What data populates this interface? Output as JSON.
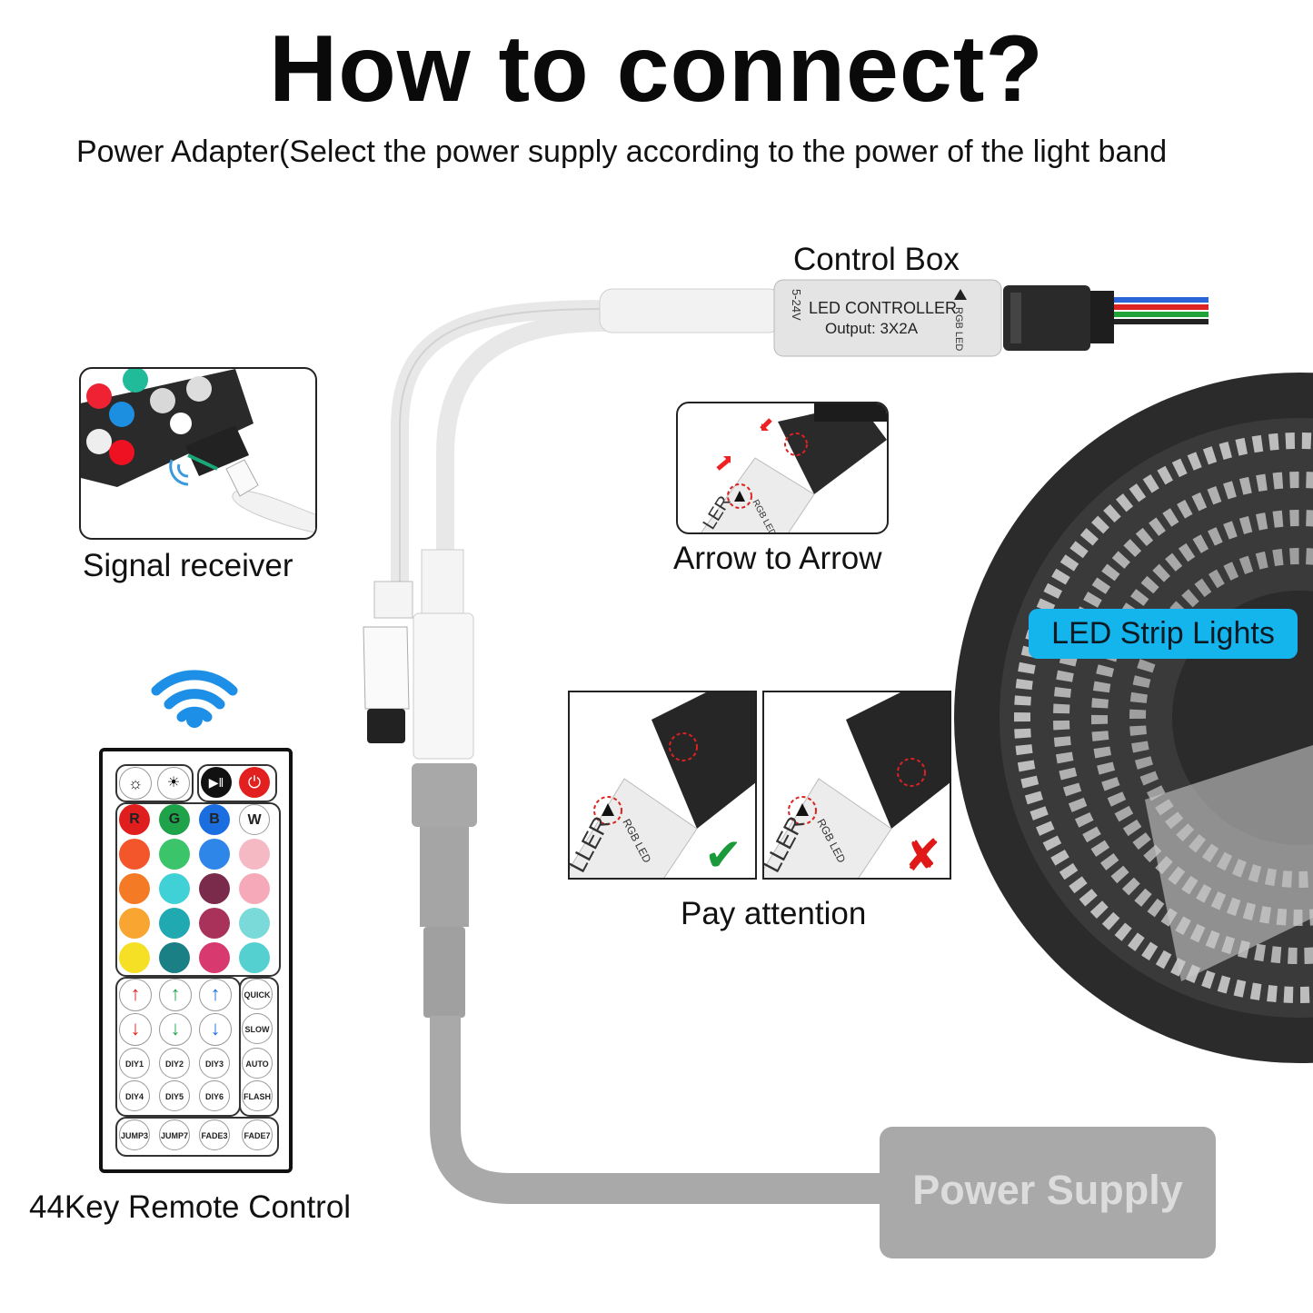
{
  "header": {
    "title": "How to connect?",
    "subtitle": "Power Adapter(Select the power supply according to the power of the light band"
  },
  "labels": {
    "control_box": "Control Box",
    "signal_receiver": "Signal receiver",
    "arrow_to_arrow": "Arrow to Arrow",
    "led_strip": "LED Strip Lights",
    "pay_attention": "Pay attention",
    "remote": "44Key Remote Control",
    "power_supply": "Power Supply"
  },
  "controller": {
    "name": "LED CONTROLLER",
    "output": "Output: 3X2A",
    "voltage": "5-24V",
    "side_label": "RGB LED"
  },
  "connector_detail": {
    "fragment": "LER",
    "side_label": "RGB LED"
  },
  "attention": {
    "fragment": "LLER",
    "side_label": "RGB LED",
    "correct_mark": "✔",
    "wrong_mark": "✘"
  },
  "remote_keys": {
    "color_row": [
      "R",
      "G",
      "B",
      "W"
    ],
    "speed": [
      "QUICK",
      "SLOW"
    ],
    "diy_row1": [
      "DIY1",
      "DIY2",
      "DIY3",
      "AUTO"
    ],
    "diy_row2": [
      "DIY4",
      "DIY5",
      "DIY6",
      "FLASH"
    ],
    "bottom": [
      "JUMP3",
      "JUMP7",
      "FADE3",
      "FADE7"
    ]
  },
  "colors": {
    "accent": "#14b4ec",
    "psu": "#a9a9a9",
    "correct": "#1a9a3a",
    "wrong": "#e01818",
    "wifi": "#1e8fe6"
  }
}
